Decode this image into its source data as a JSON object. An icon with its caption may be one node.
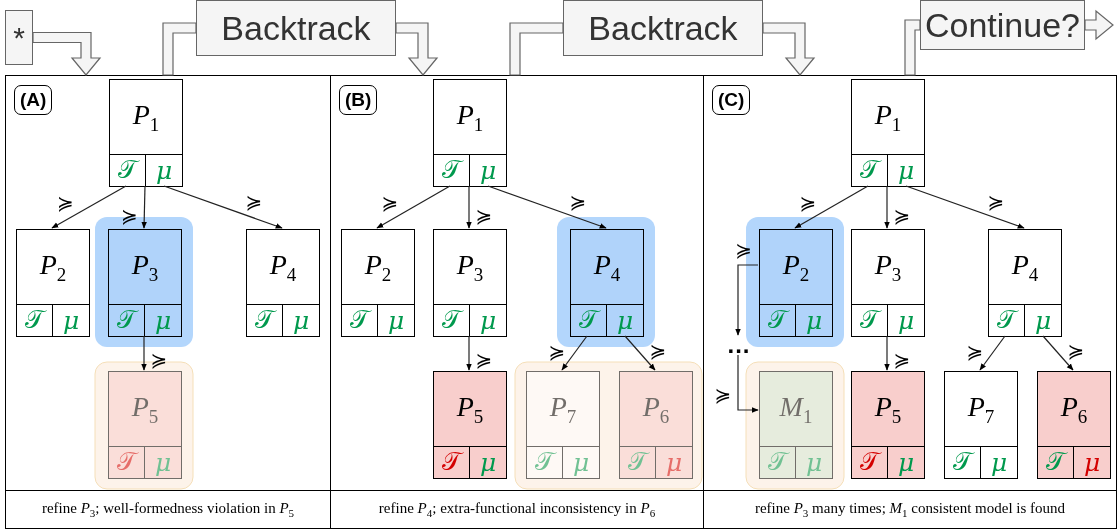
{
  "diagram": {
    "nodes": [
      {
        "text": [
          "*"
        ]
      },
      {
        "text": [
          "Backtrack"
        ]
      },
      {
        "text": [
          "Backtrack"
        ]
      },
      {
        "text": [
          "Continue?"
        ]
      },
      {
        "text": [
          "(A)"
        ]
      },
      {
        "text": [
          "*P*$_{1}$",
          "𝒯",
          "μ"
        ],
        "in": 4
      },
      {
        "text": [
          "*P*$_{2}$",
          "𝒯",
          "μ"
        ],
        "in": 4
      },
      {
        "text": [
          "*P*$_{3}$",
          "𝒯",
          "μ"
        ],
        "in": 4
      },
      {
        "text": [
          "*P*$_{4}$",
          "𝒯",
          "μ"
        ],
        "in": 4
      },
      {
        "text": [
          "*P*$_{5}$",
          "𝒯",
          "μ"
        ],
        "in": 4
      },
      {
        "text": [
          "(B)"
        ]
      },
      {
        "text": [
          "*P*$_{1}$",
          "𝒯",
          "μ"
        ],
        "in": 10
      },
      {
        "text": [
          "*P*$_{2}$",
          "𝒯",
          "μ"
        ],
        "in": 10
      },
      {
        "text": [
          "*P*$_{3}$",
          "𝒯",
          "μ"
        ],
        "in": 10
      },
      {
        "text": [
          "*P*$_{4}$",
          "𝒯",
          "μ"
        ],
        "in": 10
      },
      {
        "text": [
          "*P*$_{5}$",
          "𝒯",
          "μ"
        ],
        "in": 10
      },
      {
        "text": [
          "*P*$_{7}$",
          "𝒯",
          "μ"
        ],
        "in": 10
      },
      {
        "text": [
          "*P*$_{6}$",
          "𝒯",
          "μ"
        ],
        "in": 10
      },
      {
        "text": [
          "(C)"
        ]
      },
      {
        "text": [
          "*P*$_{1}$",
          "𝒯",
          "μ"
        ],
        "in": 18
      },
      {
        "text": [
          "*P*$_{2}$",
          "𝒯",
          "μ"
        ],
        "in": 18
      },
      {
        "text": [
          "*P*$_{3}$",
          "𝒯",
          "μ"
        ],
        "in": 18
      },
      {
        "text": [
          "*P*$_{4}$",
          "𝒯",
          "μ"
        ],
        "in": 18
      },
      {
        "text": [
          "..."
        ],
        "in": 18
      },
      {
        "text": [
          "*M*$_{1}$",
          "𝒯",
          "μ"
        ],
        "in": 18
      },
      {
        "text": [
          "*P*$_{5}$",
          "𝒯",
          "μ"
        ],
        "in": 18
      },
      {
        "text": [
          "*P*$_{7}$",
          "𝒯",
          "μ"
        ],
        "in": 18
      },
      {
        "text": [
          "*P*$_{6}$",
          "𝒯",
          "μ"
        ],
        "in": 18
      }
    ],
    "edges": [
      {
        "from": 0,
        "to": 4,
        "arrow": "to"
      },
      {
        "from": 4,
        "to": 1,
        "arrow": "none"
      },
      {
        "from": 1,
        "to": 10,
        "arrow": "to"
      },
      {
        "from": 10,
        "to": 2,
        "arrow": "none"
      },
      {
        "from": 2,
        "to": 18,
        "arrow": "to"
      },
      {
        "from": 18,
        "to": 3,
        "arrow": "none"
      },
      {
        "from": 3,
        "to": null,
        "arrow": "to"
      },
      {
        "from": 5,
        "to": 6,
        "arrow": "to",
        "label": "≽"
      },
      {
        "from": 5,
        "to": 7,
        "arrow": "to",
        "label": "≽"
      },
      {
        "from": 5,
        "to": 8,
        "arrow": "to",
        "label": "≽"
      },
      {
        "from": 7,
        "to": 9,
        "arrow": "to",
        "label": "≽"
      },
      {
        "from": 11,
        "to": 12,
        "arrow": "to",
        "label": "≽"
      },
      {
        "from": 11,
        "to": 13,
        "arrow": "to",
        "label": "≽"
      },
      {
        "from": 11,
        "to": 14,
        "arrow": "to",
        "label": "≽"
      },
      {
        "from": 13,
        "to": 15,
        "arrow": "to",
        "label": "≽"
      },
      {
        "from": 14,
        "to": 16,
        "arrow": "to",
        "label": "≽"
      },
      {
        "from": 14,
        "to": 17,
        "arrow": "to",
        "label": "≽"
      },
      {
        "from": 19,
        "to": 20,
        "arrow": "to",
        "label": "≽"
      },
      {
        "from": 19,
        "to": 21,
        "arrow": "to",
        "label": "≽"
      },
      {
        "from": 19,
        "to": 22,
        "arrow": "to",
        "label": "≽"
      },
      {
        "from": 20,
        "to": 23,
        "arrow": "to",
        "label": "≽"
      },
      {
        "from": 23,
        "to": 24,
        "arrow": "to",
        "label": "≽"
      },
      {
        "from": 21,
        "to": 25,
        "arrow": "to",
        "label": "≽"
      },
      {
        "from": 22,
        "to": 26,
        "arrow": "to",
        "label": "≽"
      },
      {
        "from": 22,
        "to": 27,
        "arrow": "to",
        "label": "≽"
      }
    ],
    "labels": [
      "refine *P*$_{3}$; well-formedness violation in *P*$_{5}$",
      "refine *P*$_{4}$; extra-functional inconsistency in *P*$_{6}$",
      "refine *P*$_{3}$ many times; *M*$_{1}$ consistent model is found"
    ]
  }
}
